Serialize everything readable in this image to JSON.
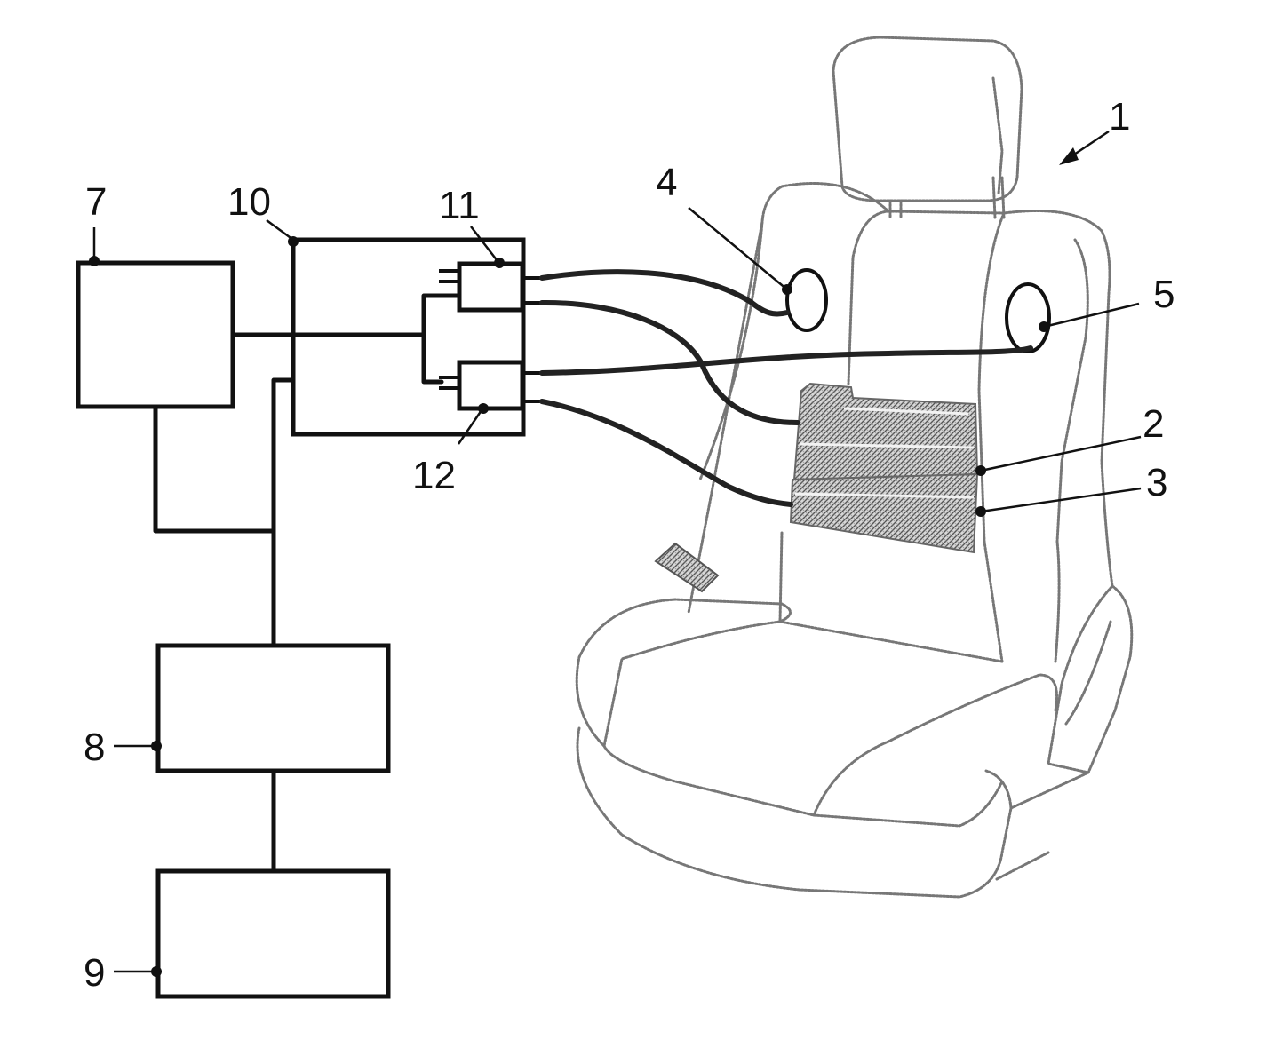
{
  "figure": {
    "labels": {
      "seat": "1",
      "pad_upper": "2",
      "pad_lower": "3",
      "pad_left": "4",
      "pad_right": "5",
      "block_7": "7",
      "block_8": "8",
      "block_9": "9",
      "module_10": "10",
      "sub_11": "11",
      "sub_12": "12"
    }
  }
}
